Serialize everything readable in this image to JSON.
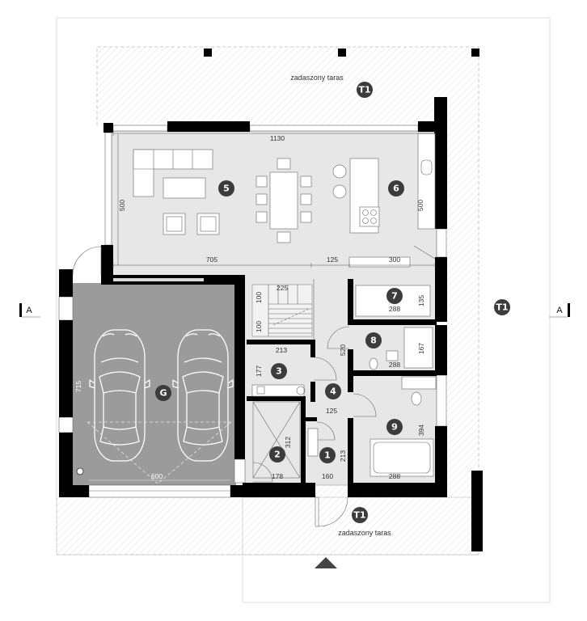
{
  "colors": {
    "wall": "#000000",
    "interior_floor": "#e7e7e7",
    "garage_floor": "#9b9b9b",
    "grid_line": "#d5d5d5",
    "hatch_line": "#d3d3d3",
    "marker_fill": "#3c3c3c",
    "marker_text": "#ffffff",
    "dimension_text": "#333333"
  },
  "section_markers": {
    "left": "A",
    "right": "A"
  },
  "terraces": {
    "top": {
      "marker": "T1",
      "label": "zadaszony taras"
    },
    "right": {
      "marker": "T1"
    },
    "bottom": {
      "marker": "T1",
      "label": "zadaszony taras"
    }
  },
  "rooms": {
    "room_1": "1",
    "room_2": "2",
    "room_3": "3",
    "room_4": "4",
    "room_5": "5",
    "room_6": "6",
    "room_7": "7",
    "room_8": "8",
    "room_9": "9",
    "garage": "G"
  },
  "dimensions": {
    "living_width": "1130",
    "living_depth_left": "500",
    "living_depth_right": "500",
    "living_lower_left": "705",
    "living_lower_middle": "125",
    "living_lower_right": "300",
    "stairs_width": "225",
    "stairs_upper": "100",
    "stairs_lower": "100",
    "room_7_depth": "135",
    "room_7_width": "288",
    "room_3_width": "213",
    "room_3_depth": "177",
    "room_4_depth": "520",
    "room_8_depth": "167",
    "room_8_width": "288",
    "garage_depth": "715",
    "room_4_width": "125",
    "room_9_depth": "394",
    "room_2_depth": "312",
    "room_1_depth": "213",
    "garage_width": "600",
    "room_2_width": "178",
    "room_1_width": "160",
    "room_9_width": "288"
  }
}
